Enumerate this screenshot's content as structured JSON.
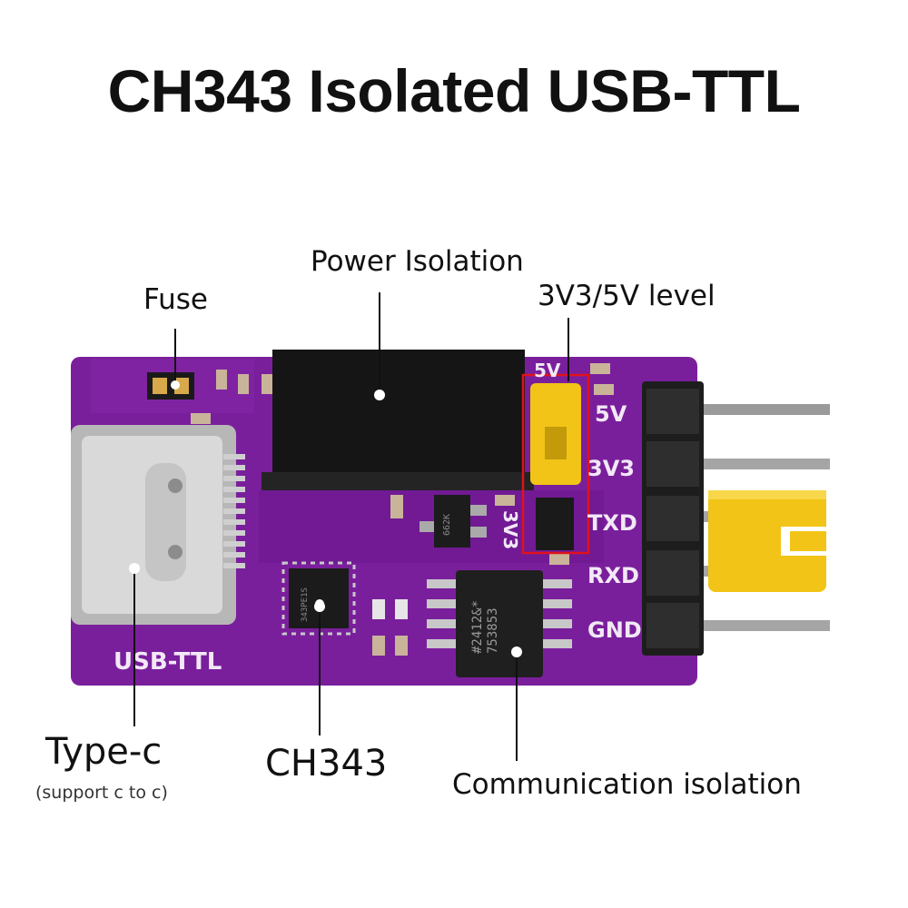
{
  "title": "CH343 Isolated USB-TTL",
  "labels": {
    "power_isolation": "Power Isolation",
    "fuse": "Fuse",
    "level": "3V3/5V level",
    "type_c": "Type-c",
    "type_c_note": "(support c to c)",
    "ch343": "CH343",
    "comm_isolation": "Communication isolation"
  },
  "silkscreen": {
    "usb_ttl": "USB-TTL",
    "jumper_5v": "5V",
    "jumper_3v3": "3V3",
    "pins": [
      "5V",
      "3V3",
      "TXD",
      "RXD",
      "GND"
    ],
    "chip_ch343": "343PE1S",
    "chip_isolator": "#2412&*\n753853",
    "chip_ldo": "662K"
  },
  "colors": {
    "pcb": "#7a1f9c",
    "pcb_dark": "#5e137c",
    "jumper": "#f2c417",
    "highlight": "#e0121c",
    "label_text": "#111111"
  }
}
